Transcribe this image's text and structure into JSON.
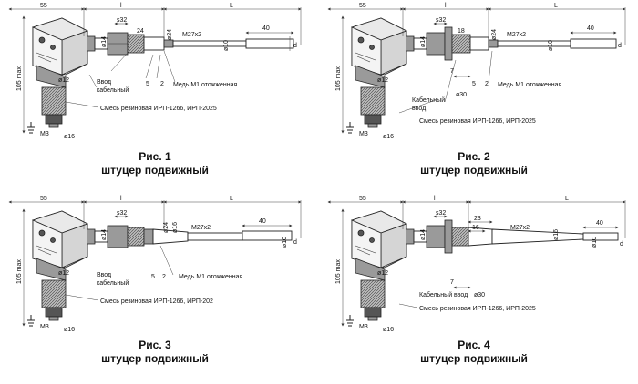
{
  "figures": [
    {
      "caption": "Рис. 1",
      "subtitle": "штуцер подвижный",
      "dims": {
        "d55": "55",
        "dl": "l",
        "dL": "L",
        "s32": "s32",
        "d14": "ø14",
        "d24a": "24",
        "d24": "ø24",
        "m27": "M27x2",
        "d10": "ø10",
        "d40": "40",
        "dd": "d",
        "d105": "105 max",
        "d12": "ø12",
        "d16": "ø16",
        "m3": "M3",
        "d5": "5",
        "d2": "2"
      },
      "labels": {
        "entry": "Ввод кабельный",
        "copper": "Медь М1 отожженная",
        "rubber": "Смесь резиновая ИРП-1266, ИРП-2025"
      }
    },
    {
      "caption": "Рис. 2",
      "subtitle": "штуцер подвижный",
      "dims": {
        "d55": "55",
        "dl": "l",
        "dL": "L",
        "s32": "s32",
        "d14": "ø14",
        "d18": "18",
        "d24": "ø24",
        "m27": "M27x2",
        "d10": "ø10",
        "d40": "40",
        "dd": "d",
        "d105": "105 max",
        "d12": "ø12",
        "d16": "ø16",
        "m3": "M3",
        "d5": "5",
        "d2": "2",
        "d7": "7",
        "d30": "ø30"
      },
      "labels": {
        "entry": "Кабельный ввод",
        "copper": "Медь М1 отожженная",
        "rubber": "Смесь резиновая ИРП-1266, ИРП-2025"
      }
    },
    {
      "caption": "Рис. 3",
      "subtitle": "штуцер подвижный",
      "dims": {
        "d55": "55",
        "dl": "l",
        "dL": "L",
        "s32": "s32",
        "d14": "ø14",
        "d24": "ø24",
        "d16b": "ø16",
        "m27": "M27x2",
        "d10": "ø10",
        "d40": "40",
        "dd": "d",
        "d105": "105 max",
        "d12": "ø12",
        "d16": "ø16",
        "m3": "M3",
        "d5": "5",
        "d2": "2"
      },
      "labels": {
        "entry": "Ввод кабельный",
        "copper": "Медь М1 отожженная",
        "rubber": "Смесь резиновая ИРП-1266, ИРП-202"
      }
    },
    {
      "caption": "Рис. 4",
      "subtitle": "штуцер подвижный",
      "dims": {
        "d55": "55",
        "dl": "l",
        "dL": "L",
        "s32": "s32",
        "d14": "ø14",
        "d23": "23",
        "d16a": "16",
        "m27": "M27x2",
        "d16b": "ø16",
        "d10": "ø10",
        "d40": "40",
        "dd": "d",
        "d105": "105 max",
        "d12": "ø12",
        "d16": "ø16",
        "m3": "M3",
        "d7": "7",
        "d30": "ø30"
      },
      "labels": {
        "entry": "Кабельный ввод",
        "rubber": "Смесь резиновая ИРП-1266, ИРП-2025"
      }
    }
  ]
}
